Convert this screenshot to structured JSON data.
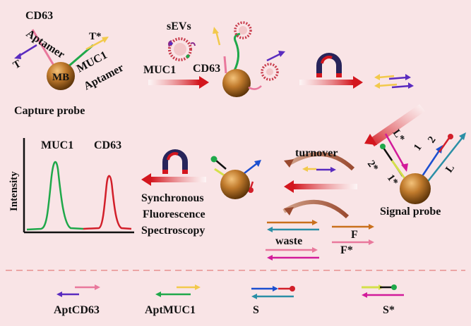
{
  "capture": {
    "cd63": "CD63",
    "aptamer_a": "Aptamer",
    "t": "T",
    "t_star": "T*",
    "mb": "MB",
    "muc1": "MUC1",
    "aptamer_b": "Aptamer",
    "title": "Capture probe"
  },
  "binding": {
    "sevs": "sEVs",
    "muc1": "MUC1",
    "cd63": "CD63"
  },
  "cycle": {
    "turnover": "turnover",
    "waste": "waste",
    "f": "F",
    "f_star": "F*"
  },
  "signal": {
    "l_star": "L*",
    "two_star": "2*",
    "one_star": "1*",
    "one": "1",
    "two": "2",
    "l": "L",
    "title": "Signal probe"
  },
  "readout": {
    "line1": "Synchronous",
    "line2": "Fluorescence",
    "line3": "Spectroscopy"
  },
  "spectrum": {
    "ylabel": "Intensity",
    "peak1": "MUC1",
    "peak2": "CD63"
  },
  "legend": {
    "apt_cd63": "AptCD63",
    "apt_muc1": "AptMUC1",
    "s": "S",
    "s_star": "S*"
  },
  "colors": {
    "panel_bg": "#f9e4e6",
    "bead": "#b8732a",
    "divider": "#e8908f",
    "pink": "#e9789c",
    "purple": "#5a2bbf",
    "green": "#1fa84a",
    "yellow": "#f2c94c",
    "blue": "#1c4fd0",
    "red": "#d21f2a",
    "teal": "#2b8fa6",
    "orange": "#c9701c",
    "magenta": "#d21a9a"
  }
}
